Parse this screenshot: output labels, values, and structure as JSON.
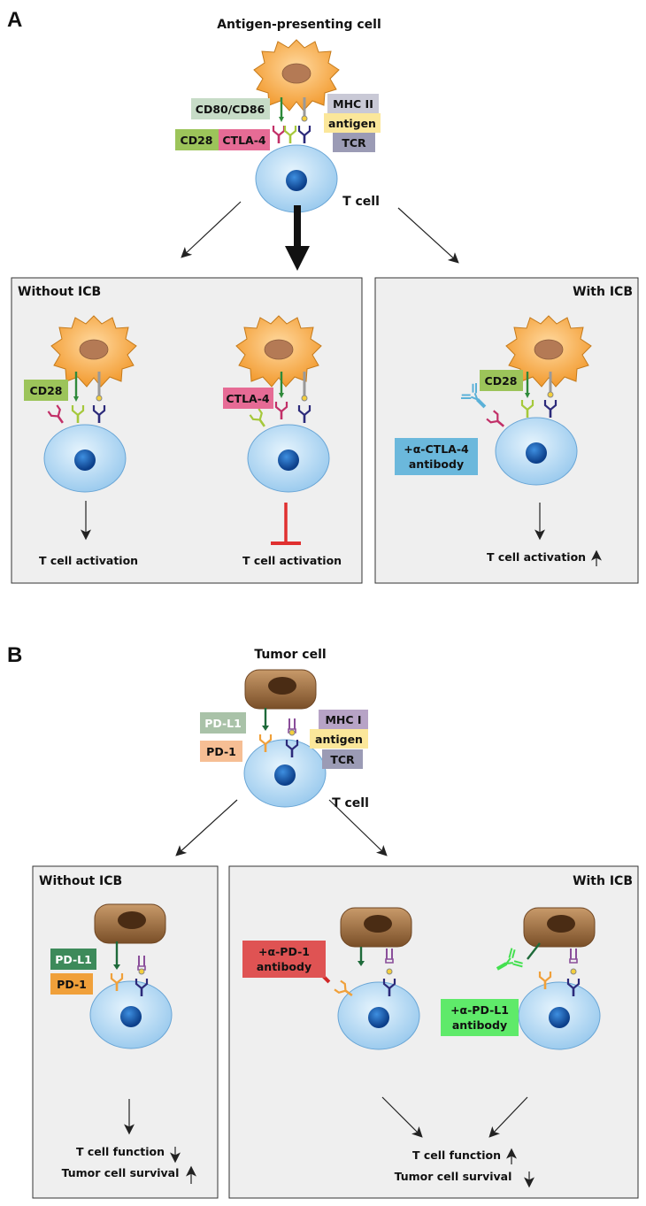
{
  "panels": {
    "a": {
      "letter": "A",
      "top_cell_label": "Antigen-presenting cell",
      "t_cell_label": "T cell",
      "tags": {
        "cd80_cd86": "CD80/CD86",
        "cd28": "CD28",
        "ctla4": "CTLA-4",
        "mhc2": "MHC II",
        "antigen": "antigen",
        "tcr": "TCR"
      },
      "without_box": {
        "title": "Without ICB",
        "cd28_tag": "CD28",
        "ctla4_tag": "CTLA-4",
        "caption_left": "T cell activation",
        "caption_right": "T cell activation"
      },
      "with_box": {
        "title": "With ICB",
        "cd28_tag": "CD28",
        "antibody_line1": "+α-CTLA-4",
        "antibody_line2": "antibody",
        "caption": "T cell activation"
      }
    },
    "b": {
      "letter": "B",
      "top_cell_label": "Tumor cell",
      "t_cell_label": "T cell",
      "tags": {
        "pdl1": "PD-L1",
        "pd1": "PD-1",
        "mhc1": "MHC I",
        "antigen": "antigen",
        "tcr": "TCR"
      },
      "without_box": {
        "title": "Without ICB",
        "pdl1_tag": "PD-L1",
        "pd1_tag": "PD-1",
        "caption_line1": "T cell function",
        "caption_line2": "Tumor cell survival"
      },
      "with_box": {
        "title": "With ICB",
        "antipd1_line1": "+α-PD-1",
        "antipd1_line2": "antibody",
        "antipdl1_line1": "+α-PD-L1",
        "antipdl1_line2": "antibody",
        "caption_line1": "T cell function",
        "caption_line2": "Tumor cell survival"
      }
    }
  },
  "colors": {
    "apc": "#f7a93a",
    "t_cell": "#bfe0f7",
    "nucleus": "#1e5fb0",
    "tumor": "#9a6a3c",
    "box_bg": "#efefef",
    "tag_cd80": "#c7dcc7",
    "tag_cd28": "#9cc45a",
    "tag_ctla4": "#e66b95",
    "tag_mhc": "#c9c9d6",
    "tag_antigen": "#fbe79a",
    "tag_tcr": "#9b9bb5",
    "tag_antibody_ctla4": "#6bb8dc",
    "tag_pdl1_light": "#a9c2a8",
    "tag_pd1_light": "#f6be94",
    "tag_mhc1": "#b7a3c6",
    "tag_pdl1_dark": "#3d8a5a",
    "tag_pd1_dark": "#f0a03a",
    "tag_antipd1": "#df5353",
    "tag_antipdl1": "#5fea6a",
    "inhibit": "#e03030"
  }
}
